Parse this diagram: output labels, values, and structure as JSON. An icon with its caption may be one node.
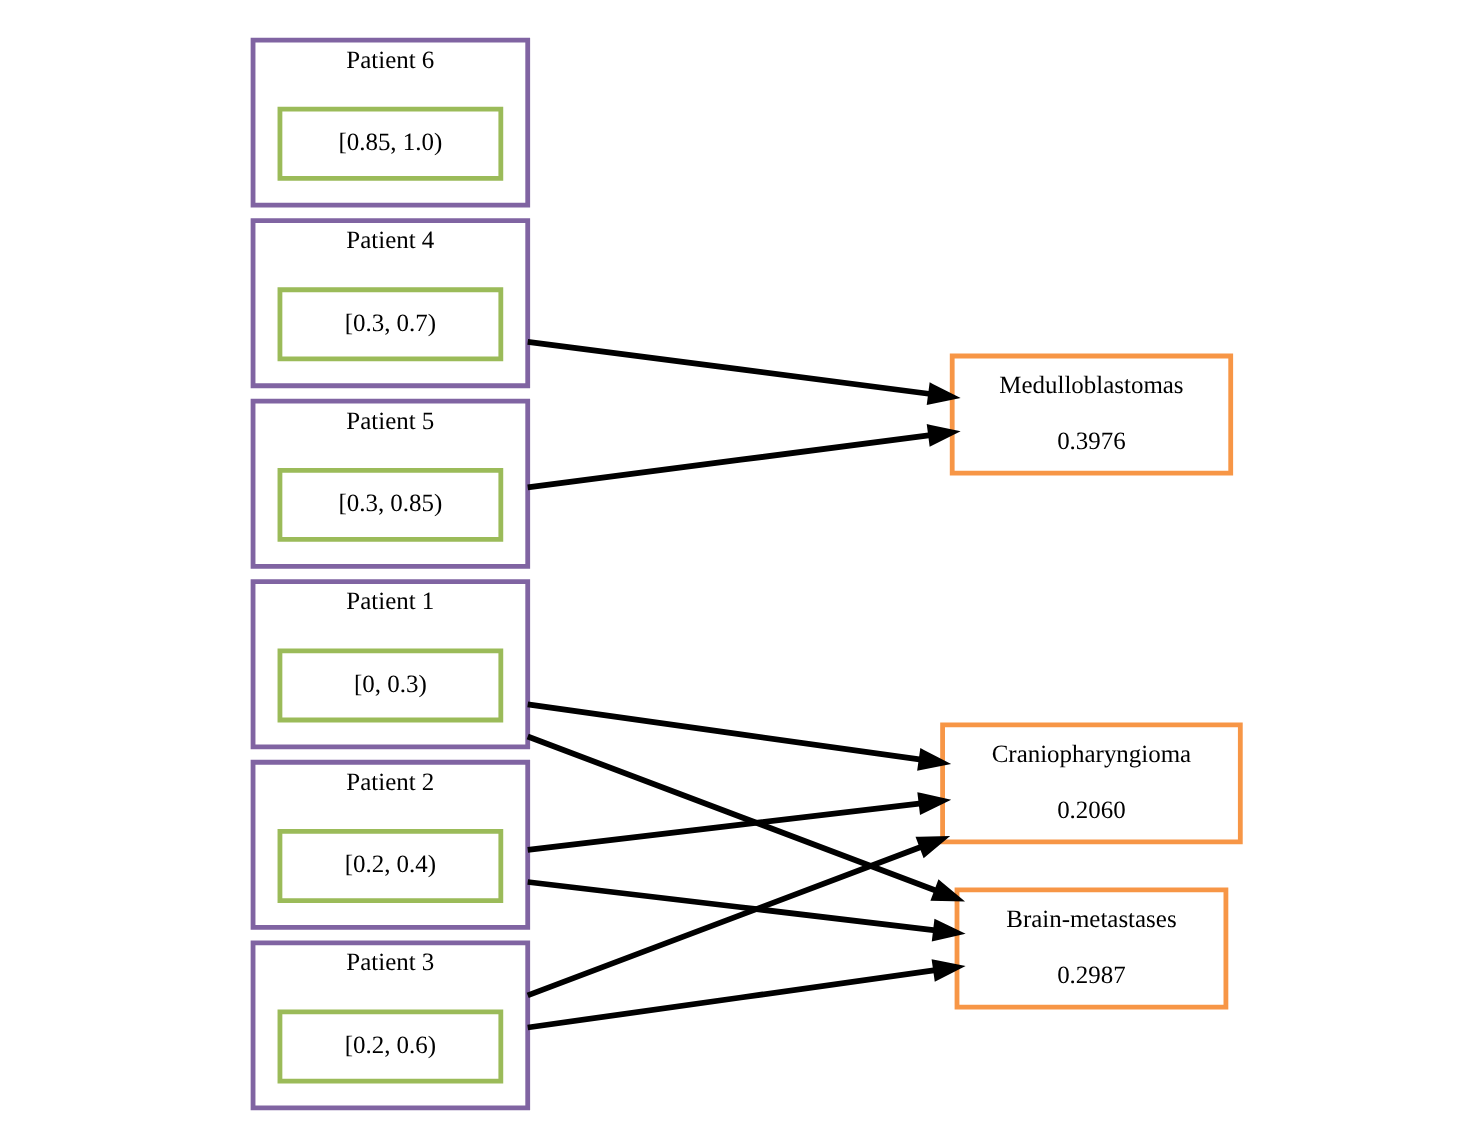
{
  "diagram": {
    "nodes": [
      {
        "text": [
          "Patient 1"
        ]
      },
      {
        "text": [
          "[0, 0.3)"
        ],
        "in": 0
      },
      {
        "text": [
          "Patient 2"
        ]
      },
      {
        "text": [
          "[0.2, 0.4)"
        ],
        "in": 2
      },
      {
        "text": [
          "Patient 3"
        ]
      },
      {
        "text": [
          "[0.2, 0.6)"
        ],
        "in": 4
      },
      {
        "text": [
          "Patient 4"
        ]
      },
      {
        "text": [
          "[0.3, 0.7)"
        ],
        "in": 6
      },
      {
        "text": [
          "Patient 5"
        ]
      },
      {
        "text": [
          "[0.3, 0.85)"
        ],
        "in": 8
      },
      {
        "text": [
          "Patient 6"
        ]
      },
      {
        "text": [
          "[0.85, 1.0)"
        ],
        "in": 10
      },
      {
        "text": [
          "Craniopharyngioma",
          "0.2060"
        ]
      },
      {
        "text": [
          "Brain-metastases",
          "0.2987"
        ]
      },
      {
        "text": [
          "Medulloblastomas",
          "0.3976"
        ]
      }
    ],
    "edges": [
      {
        "from": 0,
        "to": 12,
        "arrow": "to"
      },
      {
        "from": 0,
        "to": 13,
        "arrow": "to"
      },
      {
        "from": 2,
        "to": 12,
        "arrow": "to"
      },
      {
        "from": 2,
        "to": 13,
        "arrow": "to"
      },
      {
        "from": 4,
        "to": 12,
        "arrow": "to"
      },
      {
        "from": 4,
        "to": 13,
        "arrow": "to"
      },
      {
        "from": 6,
        "to": 14,
        "arrow": "to"
      },
      {
        "from": 8,
        "to": 14,
        "arrow": "to"
      }
    ]
  }
}
